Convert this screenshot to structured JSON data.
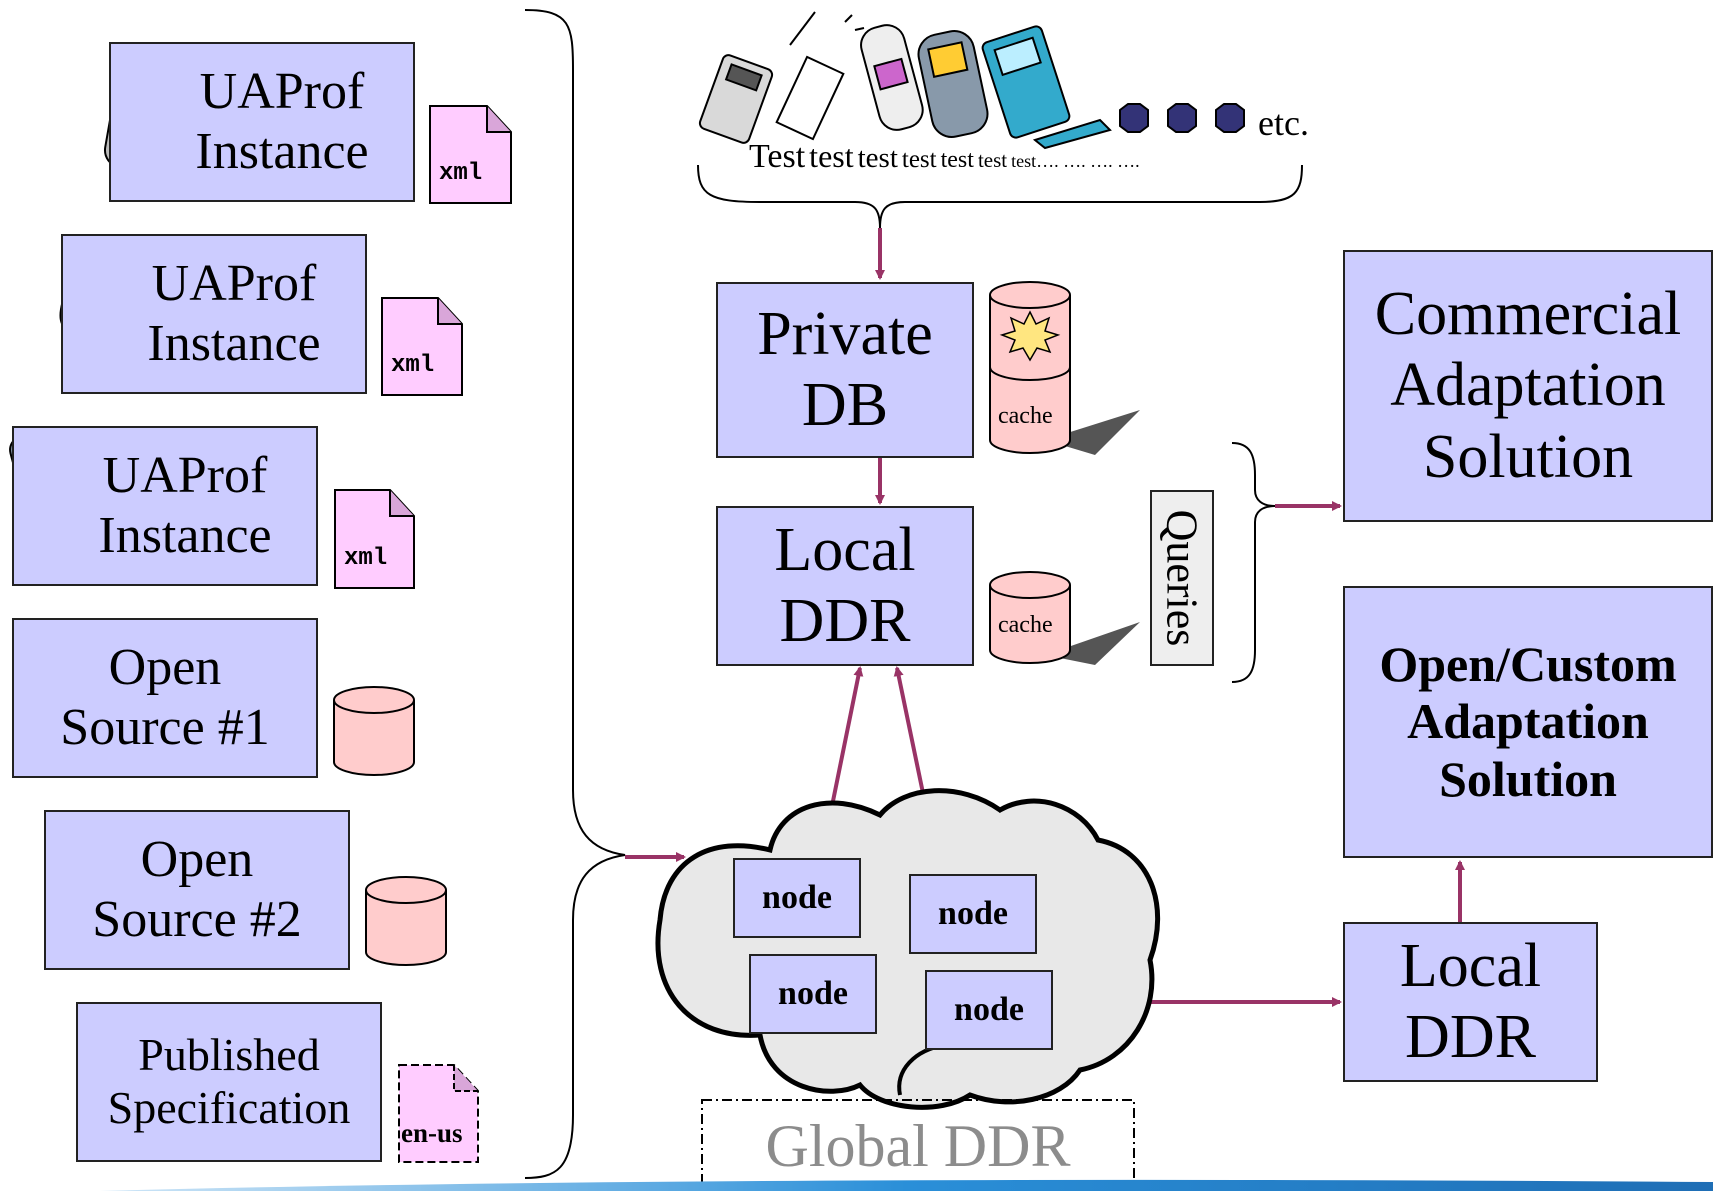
{
  "sources": [
    {
      "line1": "UAProf",
      "line2": "Instance",
      "file_label": "xml"
    },
    {
      "line1": "UAProf",
      "line2": "Instance",
      "file_label": "xml"
    },
    {
      "line1": "UAProf",
      "line2": "Instance",
      "file_label": "xml"
    },
    {
      "line1": "Open",
      "line2": "Source #1"
    },
    {
      "line1": "Open",
      "line2": "Source #2"
    },
    {
      "line1": "Published",
      "line2": "Specification",
      "file_label": "en-us"
    }
  ],
  "devices": {
    "test_words": [
      "Test",
      "test",
      "test",
      "test",
      "test",
      "test",
      "test…. …. …. …."
    ],
    "etc_label": "etc."
  },
  "private_db": {
    "line1": "Private",
    "line2": "DB",
    "cache_label": "cache"
  },
  "local_ddr_top": {
    "line1": "Local",
    "line2": "DDR",
    "cache_label": "cache"
  },
  "queries_label": "Queries",
  "commercial": {
    "line1": "Commercial",
    "line2": "Adaptation",
    "line3": "Solution"
  },
  "open_custom": {
    "line1": "Open/Custom",
    "line2": "Adaptation",
    "line3": "Solution"
  },
  "local_ddr_right": {
    "line1": "Local",
    "line2": "DDR"
  },
  "global_ddr": {
    "label": "Global DDR",
    "nodes": [
      "node",
      "node",
      "node",
      "node"
    ]
  },
  "colors": {
    "box_fill": "#ccccff",
    "doc_fill": "#ffccff",
    "cylinder_fill": "#ffcccc",
    "arrow": "#993366",
    "cloud_fill": "#e8e8e8",
    "global_label": "#8c8c8c"
  }
}
